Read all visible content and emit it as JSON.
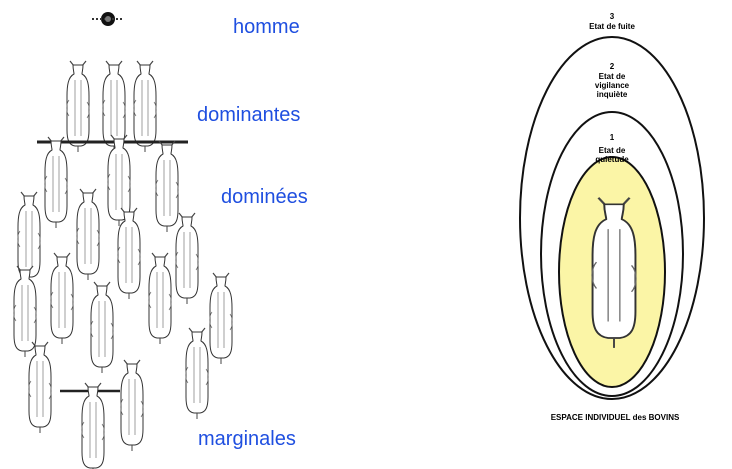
{
  "hierarchy": {
    "homme": "homme",
    "dominantes": "dominantes",
    "dominees": "dominées",
    "marginales": "marginales"
  },
  "espace": {
    "zone3": {
      "number": "3",
      "label": "Etat de fuite"
    },
    "zone2": {
      "number": "2",
      "label": "Etat de\nvigilance\ninquiète"
    },
    "zone1": {
      "number": "1",
      "label": "Etat de\nquiétude"
    },
    "caption": "ESPACE INDIVIDUEL des BOVINS",
    "inner_color": "#fbf5a6"
  },
  "colors": {
    "label_blue": "#1f4fe0"
  }
}
